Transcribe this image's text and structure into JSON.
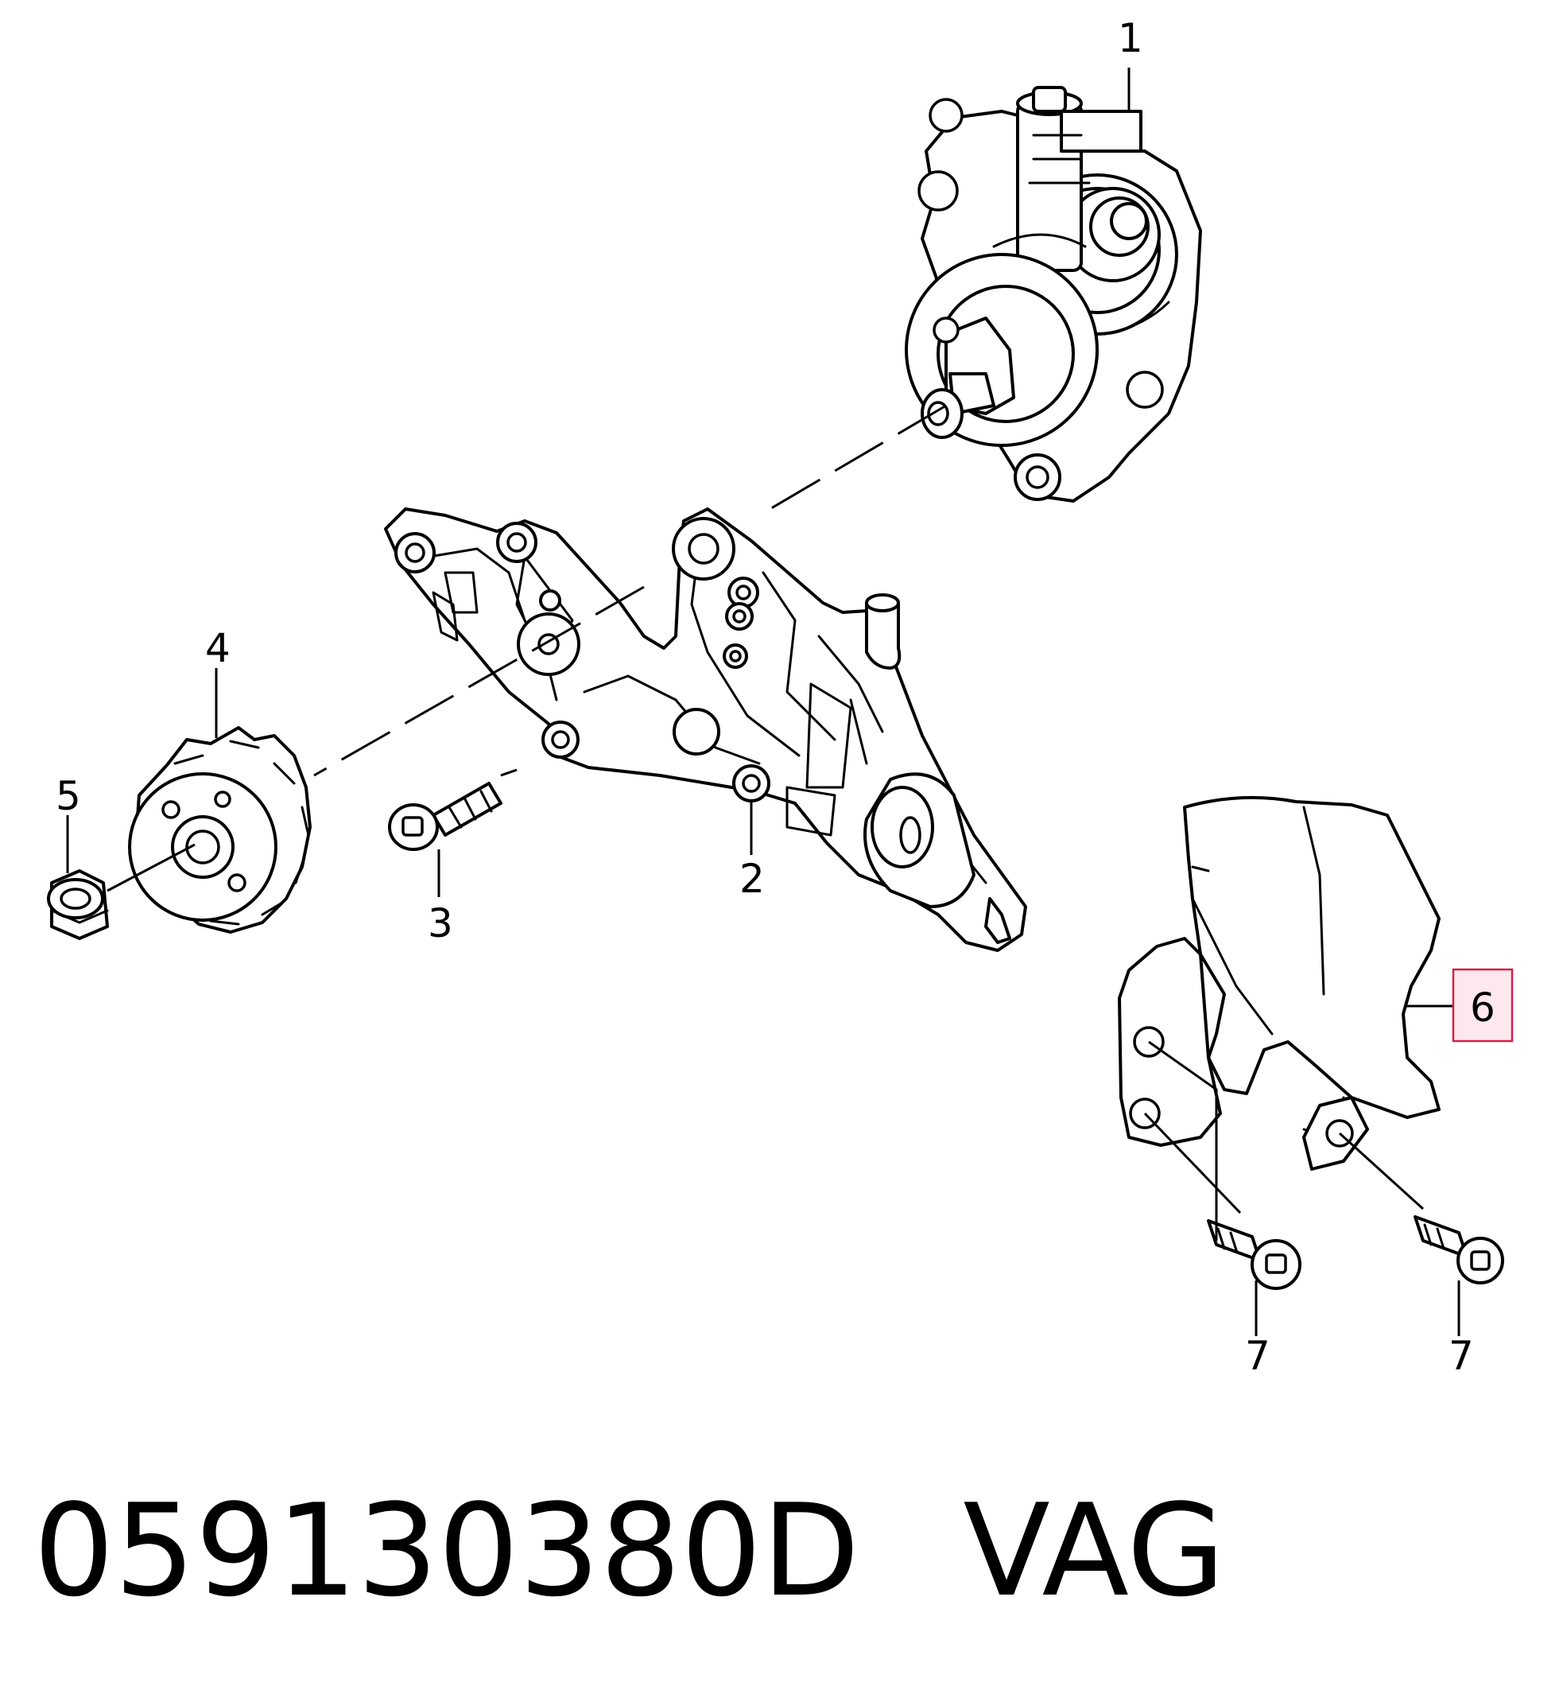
{
  "callouts": [
    {
      "id": "1",
      "label": "1"
    },
    {
      "id": "2",
      "label": "2"
    },
    {
      "id": "3",
      "label": "3"
    },
    {
      "id": "4",
      "label": "4"
    },
    {
      "id": "5",
      "label": "5"
    },
    {
      "id": "6",
      "label": "6",
      "highlighted": true
    },
    {
      "id": "7a",
      "label": "7"
    },
    {
      "id": "7b",
      "label": "7"
    }
  ],
  "part_number": "059130380D",
  "manufacturer": "VAG",
  "colors": {
    "highlight_fill": "#fde8ee",
    "highlight_stroke": "#d61f4b",
    "line": "#000000"
  },
  "parts": [
    "high-pressure-pump",
    "bracket",
    "bolt",
    "sprocket",
    "nut",
    "heat-shield",
    "bolt"
  ]
}
